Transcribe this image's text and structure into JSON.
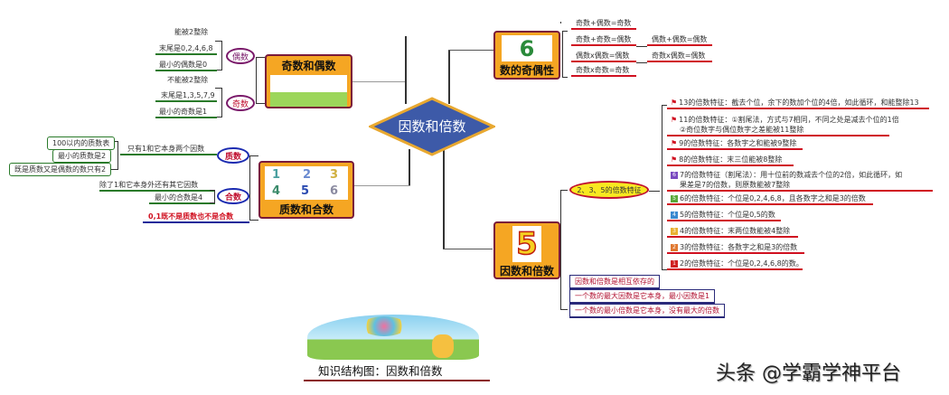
{
  "central_topic": "因数和倍数",
  "branches": {
    "odd_even": {
      "title": "奇数和偶数",
      "even": {
        "label": "偶数",
        "items": [
          "能被2整除",
          "末尾是0,2,4,6,8",
          "最小的偶数是0"
        ]
      },
      "odd": {
        "label": "奇数",
        "items": [
          "不能被2整除",
          "末尾是1,3,5,7,9",
          "最小的奇数是1"
        ]
      }
    },
    "prime_composite": {
      "title": "质数和合数",
      "prime": {
        "label": "质数",
        "definition": "只有1和它本身两个因数",
        "subitems": [
          "100以内的质数表",
          "最小的质数是2",
          "既是质数又是偶数的数只有2"
        ]
      },
      "composite": {
        "label": "合数",
        "items": [
          "除了1和它本身外还有其它因数",
          "最小的合数是4"
        ]
      },
      "note": "0,1既不是质数也不是合数"
    },
    "parity": {
      "title": "数的奇偶性",
      "image_glyph": "6",
      "rules": [
        {
          "left": "奇数+偶数=奇数",
          "right": ""
        },
        {
          "left": "奇数+奇数=偶数",
          "right": "偶数+偶数=偶数"
        },
        {
          "left": "偶数x偶数=偶数",
          "right": "奇数x偶数=偶数"
        },
        {
          "left": "奇数x奇数=奇数",
          "right": ""
        }
      ]
    },
    "factors_multiples": {
      "title": "因数和倍数",
      "image_glyph": "5",
      "features_label": "2、3、5的倍数特征",
      "features": [
        {
          "marker": "flag",
          "text": "13的倍数特征：截去个位，余下的数加个位的4倍，如此循环，和能整除13"
        },
        {
          "marker": "flag",
          "text": "11的倍数特征：①割尾法，方式与7相同，不同之处是减去个位的1倍",
          "text2": "②奇位数字与偶位数字之差能被11整除"
        },
        {
          "marker": "flag",
          "text": "9的倍数特征：各数字之和能被9整除"
        },
        {
          "marker": "flag",
          "text": "8的倍数特征：末三位能被8整除"
        },
        {
          "marker": "6",
          "color": "#7a4ac0",
          "text": "7的倍数特征（割尾法）：用十位前的数减去个位的2倍，如此循环，如",
          "text2": "果差是7的倍数，则原数能被7整除"
        },
        {
          "marker": "5",
          "color": "#5aa83a",
          "text": "6的倍数特征：个位是0,2,4,6,8，且各数字之和是3的倍数"
        },
        {
          "marker": "4",
          "color": "#3a8ad0",
          "text": "5的倍数特征：个位是0,5的数"
        },
        {
          "marker": "3",
          "color": "#e8b030",
          "text": "4的倍数特征：末两位数能被4整除"
        },
        {
          "marker": "2",
          "color": "#e07830",
          "text": "3的倍数特征：各数字之和是3的倍数"
        },
        {
          "marker": "1",
          "color": "#d02020",
          "text": "2的倍数特征：个位是0,2,4,6,8的数。"
        }
      ],
      "facts": [
        "因数和倍数是相互依存的",
        "一个数的最大因数是它本身，最小因数是1",
        "一个数的最小倍数是它本身，没有最大的倍数"
      ]
    }
  },
  "caption": "知识结构图：因数和倍数",
  "watermark": "头条 @学霸学神平台",
  "colors": {
    "topic_fill": "#f5a623",
    "topic_border": "#7a1a3a",
    "diamond_fill": "#3d5aa8",
    "diamond_border": "#e8a830",
    "red_underline": "#d01020",
    "green_underline": "#2a7a2a"
  }
}
